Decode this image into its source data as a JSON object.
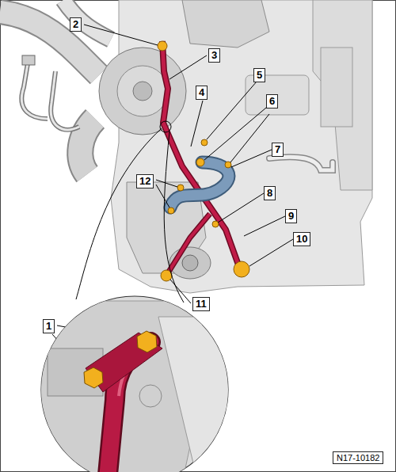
{
  "diagram": {
    "labels": [
      "2",
      "3",
      "5",
      "4",
      "6",
      "7",
      "12",
      "8",
      "9",
      "10",
      "11",
      "1",
      "N17-10182"
    ]
  }
}
